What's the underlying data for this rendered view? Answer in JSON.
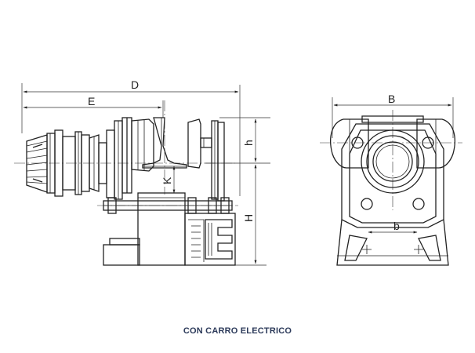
{
  "dimensions": {
    "D": "D",
    "E": "E",
    "B": "B",
    "h": "h",
    "H": "H",
    "K": "K",
    "b": "b"
  },
  "caption": "CON CARRO ELECTRICO"
}
